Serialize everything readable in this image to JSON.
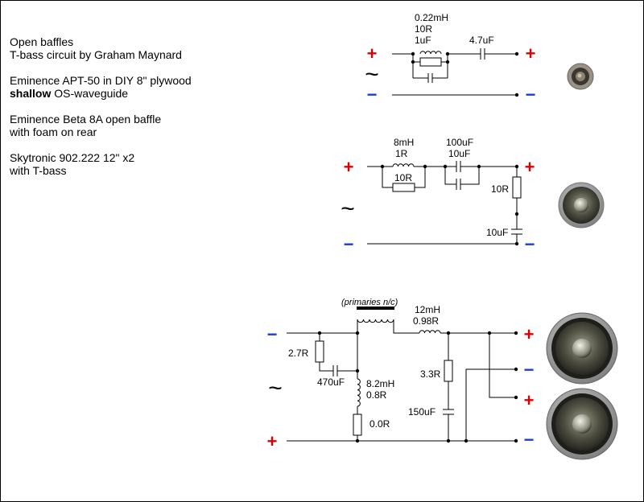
{
  "colors": {
    "plus": "#dd0000",
    "minus": "#1a3fd0",
    "wire": "#000000"
  },
  "notes": {
    "block1": {
      "line1": "Open baffles",
      "line2": "T-bass circuit by Graham Maynard"
    },
    "block2": {
      "line1": "Eminence APT-50 in DIY 8\" plywood",
      "line2_bold": "shallow",
      "line2_rest": " OS-waveguide"
    },
    "block3": {
      "line1": "Eminence Beta 8A open baffle",
      "line2": "with foam on rear"
    },
    "block4": {
      "line1": "Skytronic 902.222 12\" x2",
      "line2": "with T-bass"
    }
  },
  "symbols": {
    "plus": "+",
    "minus": "−",
    "ac": "~"
  },
  "tweeter_circuit": {
    "inductor_value": "0.22mH",
    "inductor_resistance": "10R",
    "parallel_cap": "1uF",
    "series_cap": "4.7uF"
  },
  "mid_circuit": {
    "inductor_value": "8mH",
    "inductor_resistance": "1R",
    "parallel_resistor": "10R",
    "cap_a": "100uF",
    "cap_b": "10uF",
    "zobel_resistor": "10R",
    "zobel_cap": "10uF"
  },
  "bass_circuit": {
    "transformer_note": "(primaries n/c)",
    "series_inductor_value": "12mH",
    "series_inductor_resistance": "0.98R",
    "resistor_a": "2.7R",
    "cap_a": "470uF",
    "shunt_inductor_value": "8.2mH",
    "shunt_inductor_resistance": "0.8R",
    "resistor_b": "0.0R",
    "zobel_resistor": "3.3R",
    "zobel_cap": "150uF"
  }
}
